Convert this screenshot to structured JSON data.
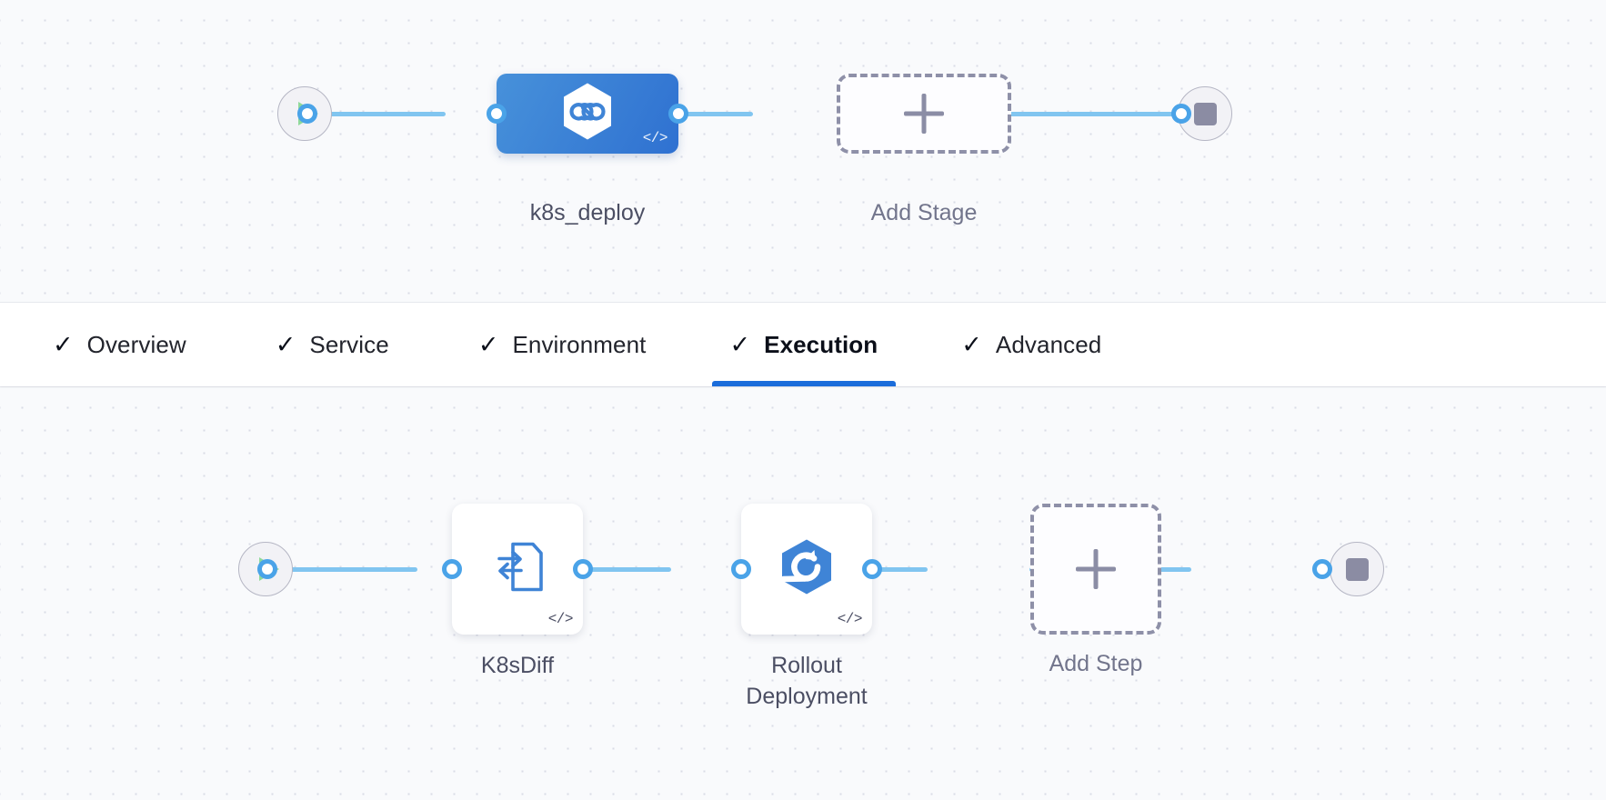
{
  "theme": {
    "canvas_bg": "#f9fafc",
    "grid_dot": "#d9dce6",
    "edge_color": "#81c5f0",
    "port_ring": "#4aa3e8",
    "stage_blue_from": "#4791da",
    "stage_blue_to": "#2f71d1",
    "accent_underline": "#1b6ddb",
    "terminal_fill": "#f2f2f6",
    "terminal_border": "#b5b6c4",
    "play_green": "#90d99a",
    "stop_gray": "#8b8ca3",
    "dashed_gray": "#8e90a8",
    "caption_text": "#4b4e63",
    "tab_text": "#22242c"
  },
  "stage_graph": {
    "start_node": {
      "name": "start-node",
      "icon": "play-icon"
    },
    "end_node": {
      "name": "end-node",
      "icon": "stop-icon"
    },
    "nodes": [
      {
        "id": "k8s-deploy-stage",
        "label": "k8s_deploy",
        "type": "stage",
        "icon": "harness-cd-hexagon-icon",
        "code_badge": "</>",
        "selected": true
      },
      {
        "id": "add-stage",
        "label": "Add Stage",
        "type": "add",
        "icon": "plus-icon"
      }
    ]
  },
  "tabs": {
    "items": [
      {
        "id": "overview",
        "label": "Overview",
        "check": "✓",
        "active": false
      },
      {
        "id": "service",
        "label": "Service",
        "check": "✓",
        "active": false
      },
      {
        "id": "environment",
        "label": "Environment",
        "check": "✓",
        "active": false
      },
      {
        "id": "execution",
        "label": "Execution",
        "check": "✓",
        "active": true
      },
      {
        "id": "advanced",
        "label": "Advanced",
        "check": "✓",
        "active": false
      }
    ]
  },
  "execution_graph": {
    "start_node": {
      "name": "start-node",
      "icon": "play-icon"
    },
    "end_node": {
      "name": "end-node",
      "icon": "stop-icon"
    },
    "nodes": [
      {
        "id": "k8s-diff-step",
        "label": "K8sDiff",
        "type": "step",
        "icon": "k8s-diff-document-icon",
        "code_badge": "</>"
      },
      {
        "id": "rollout-deployment-step",
        "label": "Rollout\nDeployment",
        "type": "step",
        "icon": "rollout-deployment-hexagon-icon",
        "code_badge": "</>"
      },
      {
        "id": "add-step",
        "label": "Add Step",
        "type": "add",
        "icon": "plus-icon"
      }
    ]
  }
}
